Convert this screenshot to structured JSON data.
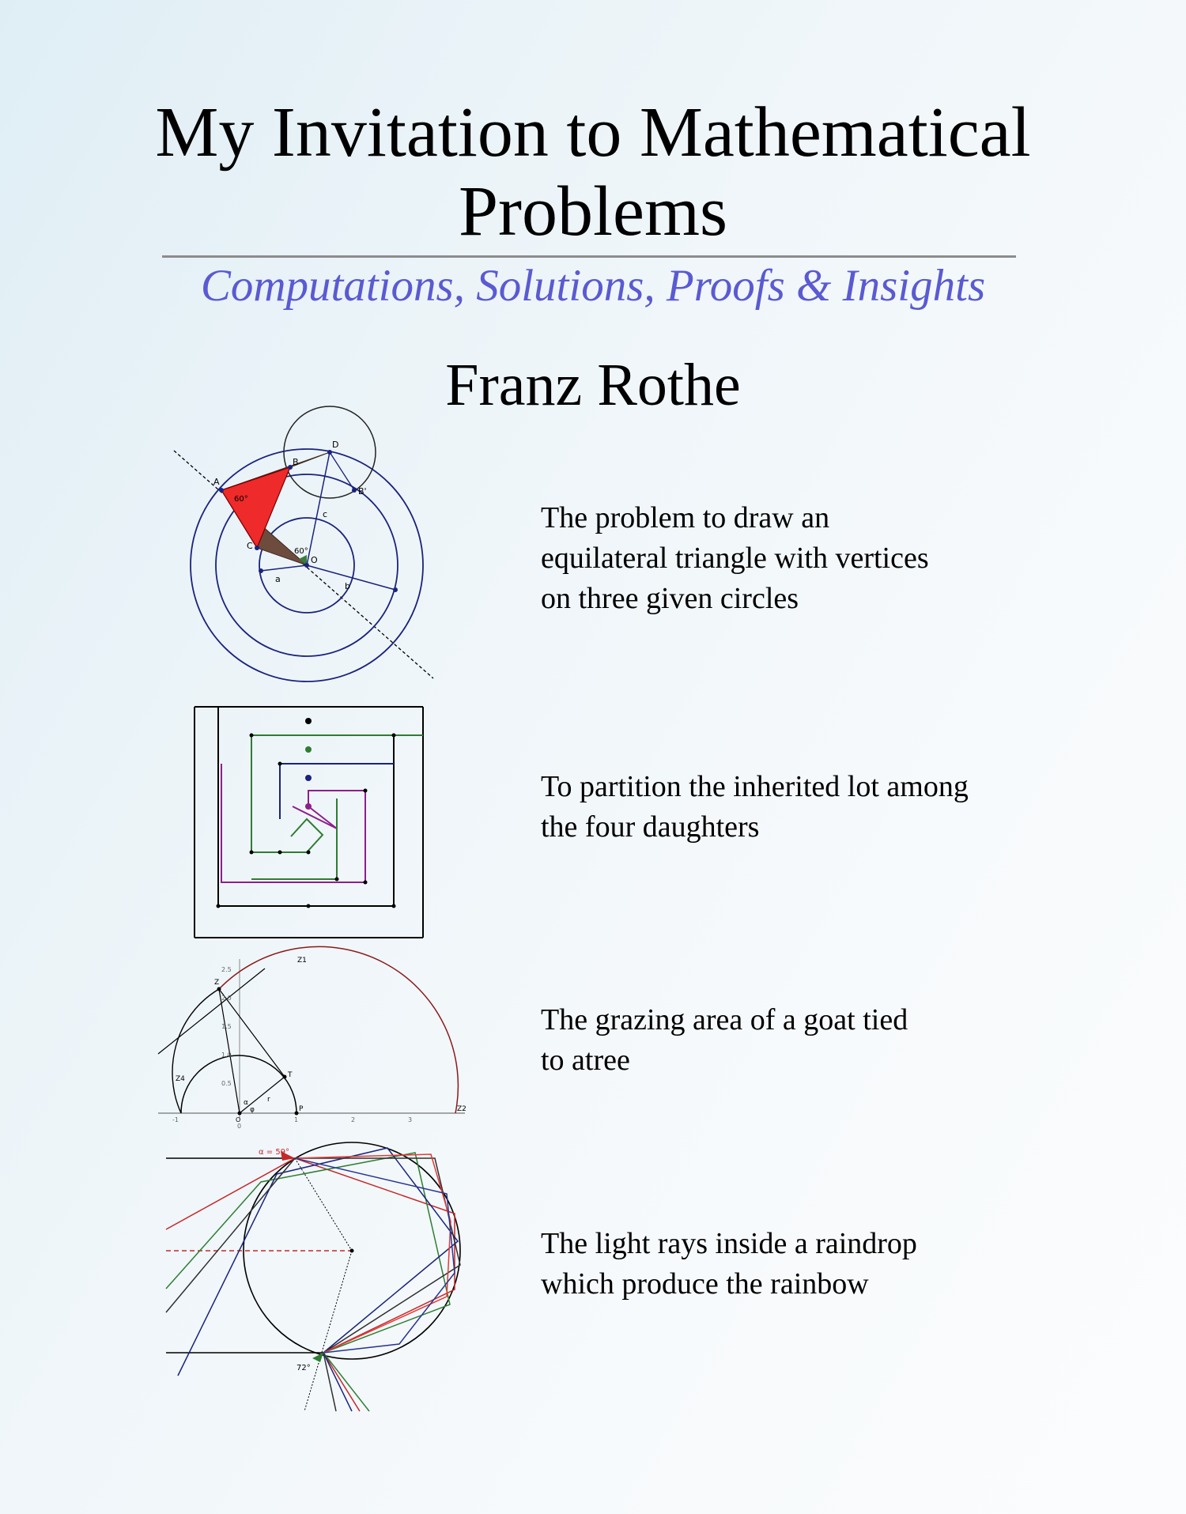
{
  "book": {
    "title_line1": "My Invitation to Mathematical",
    "title_line2": "Problems",
    "subtitle": "Computations, Solutions, Proofs & Insights",
    "author": "Franz Rothe"
  },
  "figures": [
    {
      "caption_lines": [
        "The problem to draw an",
        "equilateral triangle with vertices",
        "on three given circles"
      ],
      "labels": {
        "A": "A",
        "B": "B",
        "B_prime": "B'",
        "C": "C",
        "D": "D",
        "O": "O",
        "a": "a",
        "b": "b",
        "c": "c",
        "angle_A": "60°",
        "angle_O": "60°"
      }
    },
    {
      "caption_lines": [
        "To partition the inherited lot among",
        "the four daughters"
      ],
      "colors": {
        "outer": "#000000",
        "second": "#2e7d32",
        "third": "#1a237e",
        "fourth": "#8e1e8e"
      }
    },
    {
      "caption_lines": [
        "The grazing area of a goat tied",
        "to atree"
      ],
      "labels": {
        "Z": "Z",
        "Z1": "Z1",
        "Z2": "Z2",
        "Z4": "Z4",
        "T": "T",
        "P": "P",
        "O": "O",
        "r": "r",
        "alpha": "α",
        "phi": "φ"
      },
      "ticks_x": [
        "-1",
        "0",
        "1",
        "2",
        "3"
      ],
      "ticks_y": [
        "0.5",
        "1.0",
        "1.5",
        "2.0",
        "2.5"
      ]
    },
    {
      "caption_lines": [
        "The light rays inside a raindrop",
        "which produce the rainbow"
      ],
      "labels": {
        "alpha_angle": "α = 59°",
        "bottom_angle": "72°"
      }
    }
  ]
}
